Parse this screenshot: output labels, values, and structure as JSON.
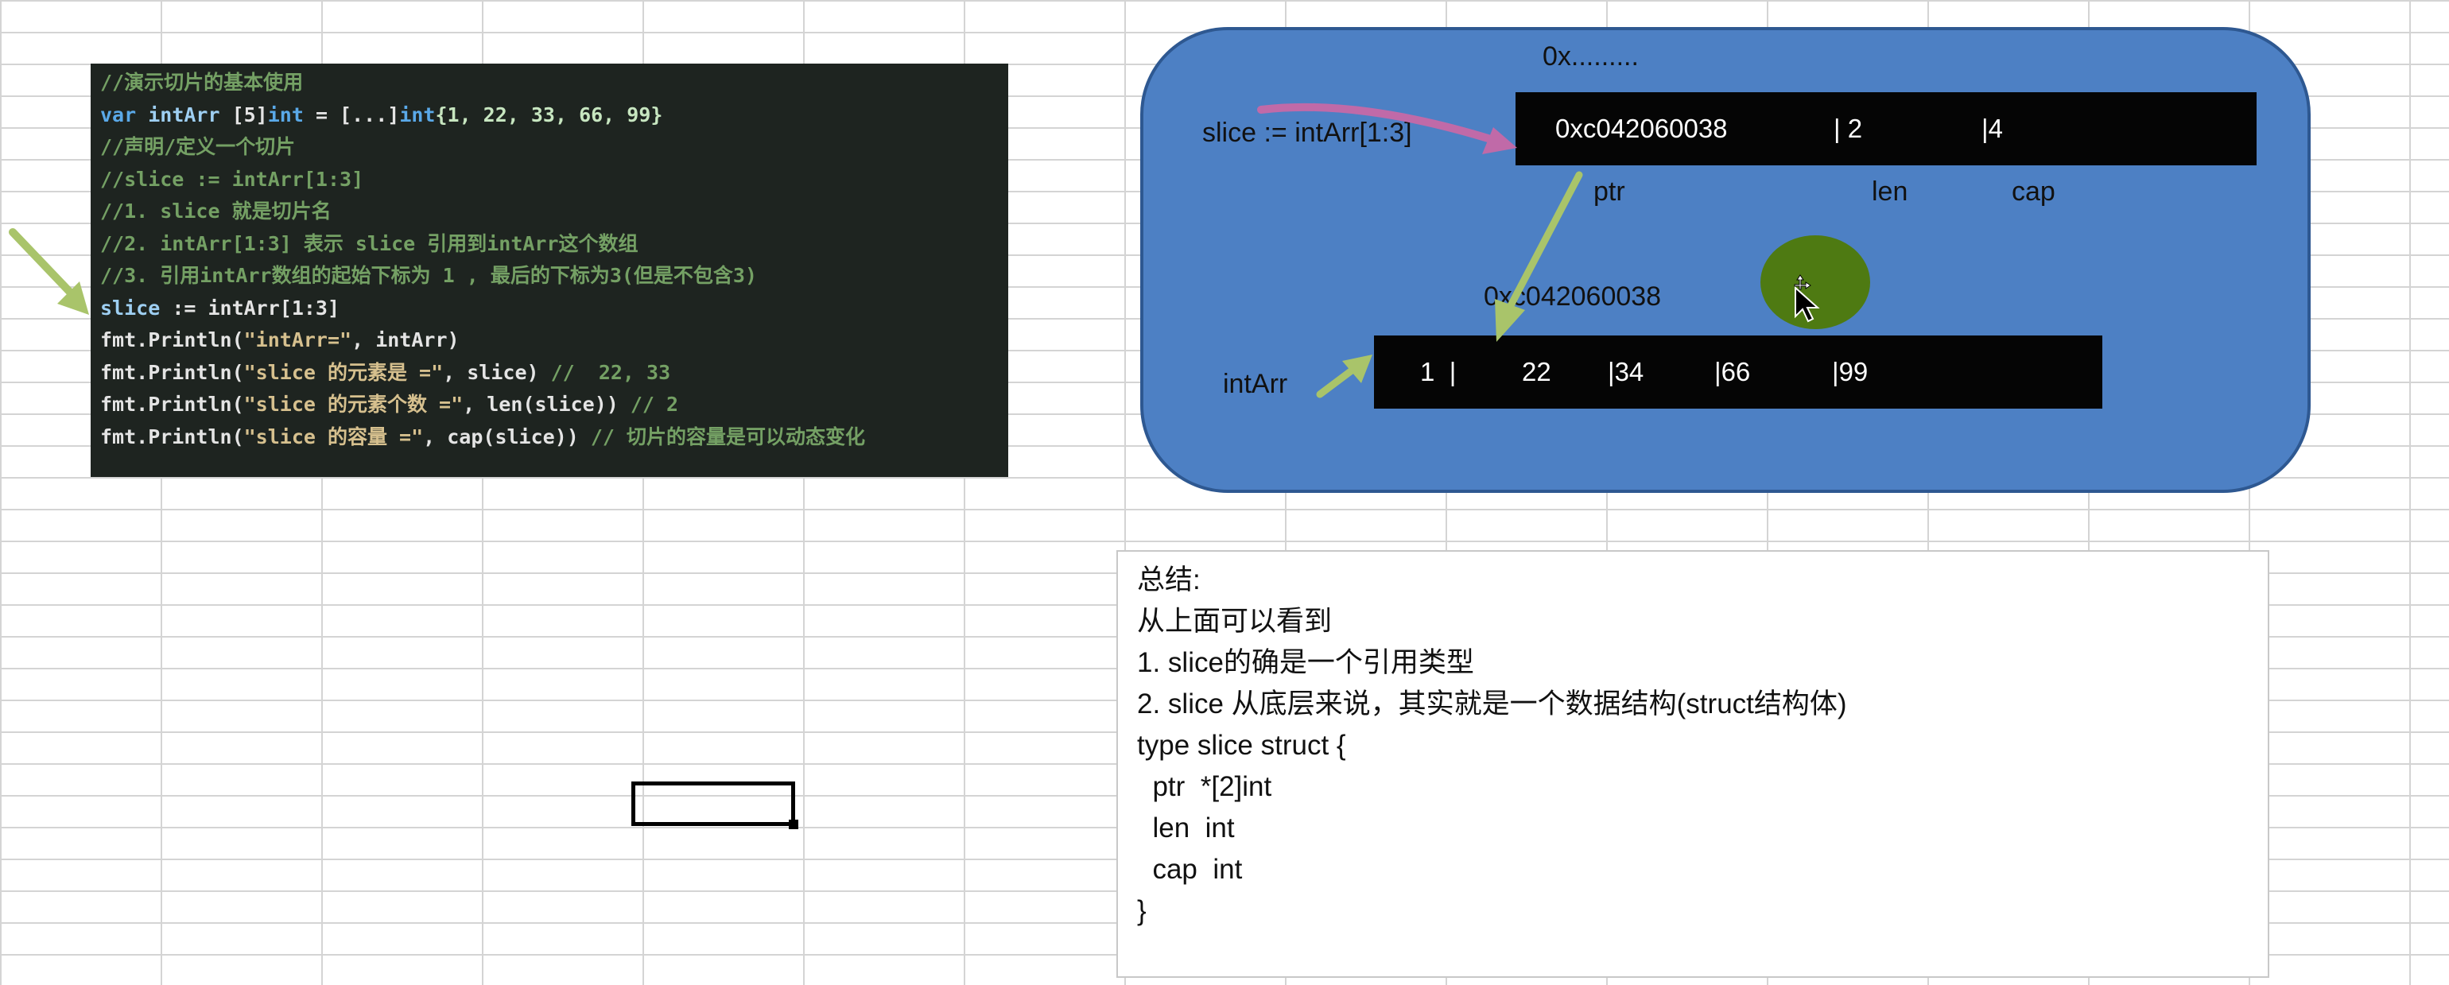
{
  "code": {
    "lines": [
      [
        {
          "t": "//演示切片的基本使用",
          "c": "comment"
        }
      ],
      [
        {
          "t": "var ",
          "c": "kw"
        },
        {
          "t": "intArr ",
          "c": "var"
        },
        {
          "t": "[5]",
          "c": "plain"
        },
        {
          "t": "int",
          "c": "kw"
        },
        {
          "t": " = [...]",
          "c": "plain"
        },
        {
          "t": "int",
          "c": "kw"
        },
        {
          "t": "{1, 22, 33, 66, 99}",
          "c": "num"
        }
      ],
      [
        {
          "t": "//声明/定义一个切片",
          "c": "comment"
        }
      ],
      [
        {
          "t": "//slice := intArr[1:3]",
          "c": "comment"
        }
      ],
      [
        {
          "t": "//1. slice 就是切片名",
          "c": "comment"
        }
      ],
      [
        {
          "t": "//2. intArr[1:3] 表示 slice 引用到intArr这个数组",
          "c": "comment"
        }
      ],
      [
        {
          "t": "//3. 引用intArr数组的起始下标为 1 , 最后的下标为3(但是不包含3)",
          "c": "comment"
        }
      ],
      [
        {
          "t": "slice",
          "c": "var"
        },
        {
          "t": " := intArr[1:3]",
          "c": "plain"
        }
      ],
      [
        {
          "t": "fmt.Println(",
          "c": "plain"
        },
        {
          "t": "\"intArr=\"",
          "c": "str"
        },
        {
          "t": ", intArr)",
          "c": "plain"
        }
      ],
      [
        {
          "t": "fmt.Println(",
          "c": "plain"
        },
        {
          "t": "\"slice 的元素是 =\"",
          "c": "str"
        },
        {
          "t": ", slice) ",
          "c": "plain"
        },
        {
          "t": "//  22, 33",
          "c": "comment"
        }
      ],
      [
        {
          "t": "fmt.Println(",
          "c": "plain"
        },
        {
          "t": "\"slice 的元素个数 =\"",
          "c": "str"
        },
        {
          "t": ", len(slice)) ",
          "c": "plain"
        },
        {
          "t": "// 2",
          "c": "comment"
        }
      ],
      [
        {
          "t": "fmt.Println(",
          "c": "plain"
        },
        {
          "t": "\"slice 的容量 =\"",
          "c": "str"
        },
        {
          "t": ", cap(slice)) ",
          "c": "plain"
        },
        {
          "t": "// 切片的容量是可以动态变化",
          "c": "comment"
        }
      ]
    ],
    "colors": {
      "comment": "#74a064",
      "kw": "#5aa9e8",
      "var": "#9ecff2",
      "num": "#c7e6c0",
      "plain": "#e4e4e4",
      "str": "#d6c08e"
    }
  },
  "diagram": {
    "top_address": "0x.........",
    "slice_label": "slice := intArr[1:3]",
    "slice_bar": {
      "ptr": "0xc042060038",
      "len": "| 2",
      "cap": "|4"
    },
    "field_labels": {
      "ptr": "ptr",
      "len": "len",
      "cap": "cap"
    },
    "array_address": "0xc042060038",
    "array_label": "intArr",
    "array_cells": [
      "1  |",
      "22",
      "|34",
      "|66",
      "|99"
    ],
    "colors": {
      "fill": "#4d80c4",
      "border": "#2e5891",
      "arrow_pink": "#c06aa8",
      "arrow_green": "#a9c46a",
      "highlight": "#4e7a12"
    }
  },
  "summary": {
    "lines": [
      "总结:",
      "从上面可以看到",
      "1. slice的确是一个引用类型",
      "2. slice 从底层来说，其实就是一个数据结构(struct结构体)",
      "type slice struct {",
      "  ptr  *[2]int",
      "  len  int",
      "  cap  int",
      "}"
    ]
  }
}
